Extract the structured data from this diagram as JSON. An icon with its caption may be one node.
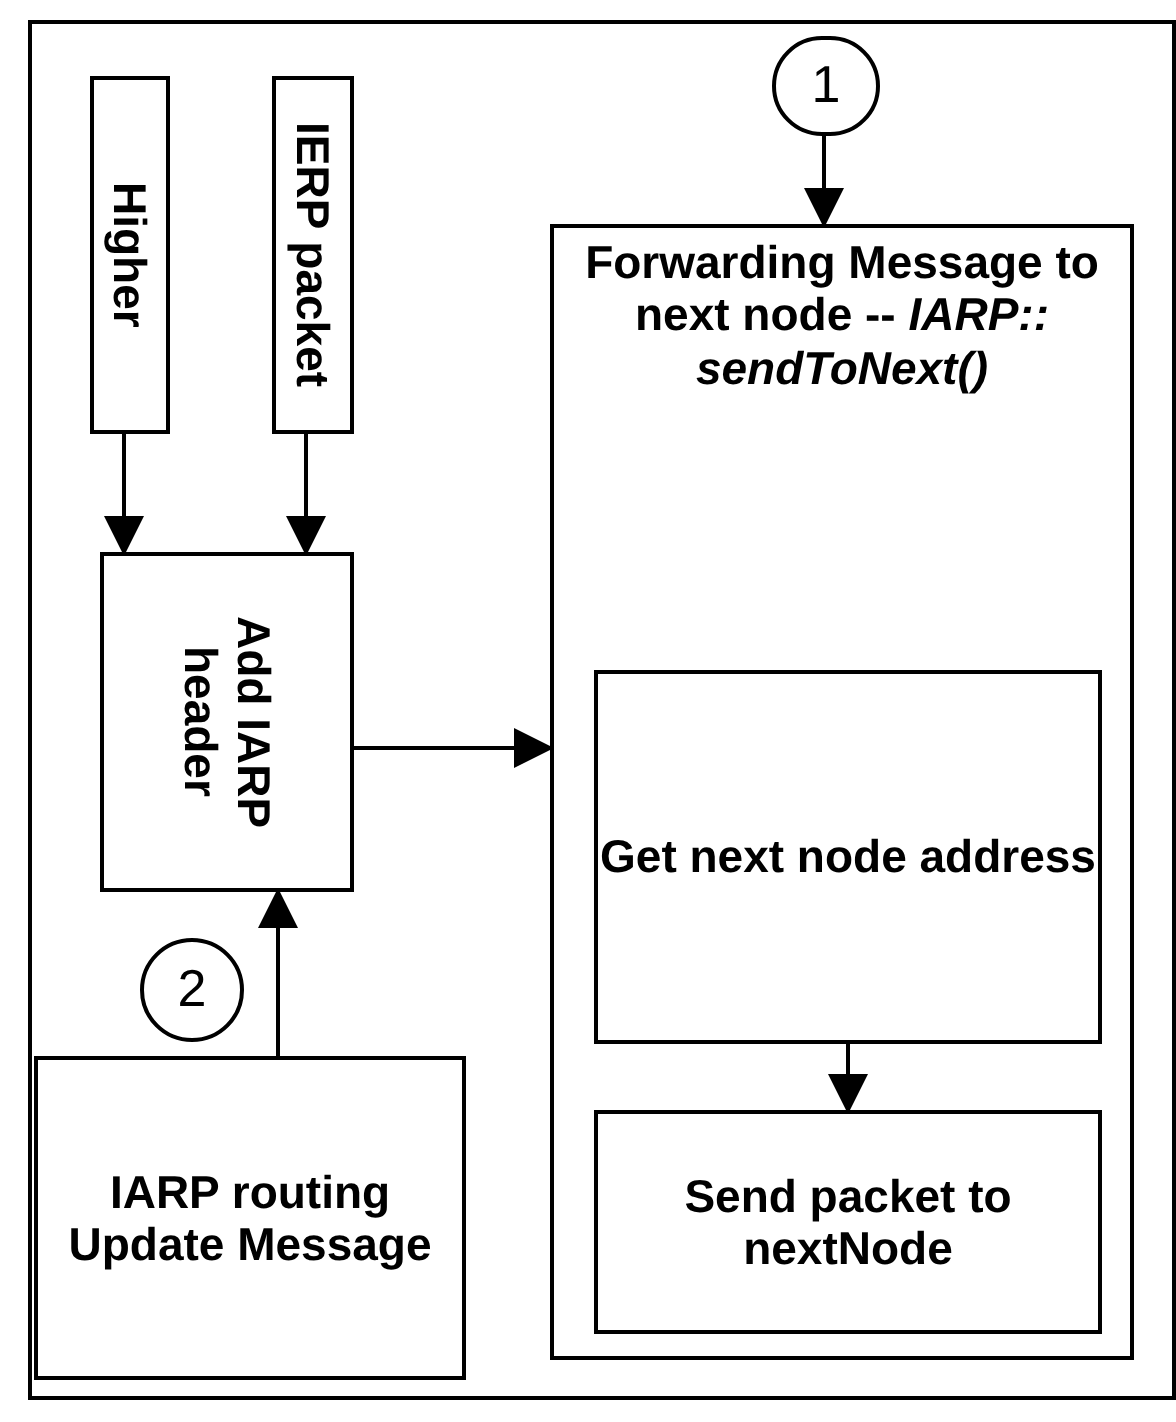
{
  "diagram": {
    "nodes": [
      {
        "text": [
          "Higher"
        ]
      },
      {
        "text": [
          "IERP packet"
        ]
      },
      {
        "text": [
          "Add IARP header"
        ]
      },
      {
        "text": [
          "2"
        ]
      },
      {
        "text": [
          "IARP routing Update Message"
        ]
      },
      {
        "text": [
          "1"
        ]
      },
      {
        "text": [
          "Forwarding Message to next node -- *IARP:: sendToNext()*"
        ]
      },
      {
        "text": [
          "Get next node address"
        ],
        "in": 6
      },
      {
        "text": [
          "Send packet to nextNode"
        ],
        "in": 6
      }
    ],
    "edges": [
      {
        "from": 0,
        "to": 2,
        "arrow": "to"
      },
      {
        "from": 1,
        "to": 2,
        "arrow": "to"
      },
      {
        "from": 4,
        "to": 2,
        "arrow": "to"
      },
      {
        "from": 5,
        "to": 6,
        "arrow": "to"
      },
      {
        "from": 2,
        "to": 6,
        "arrow": "to"
      },
      {
        "from": 7,
        "to": 8,
        "arrow": "to"
      }
    ]
  }
}
